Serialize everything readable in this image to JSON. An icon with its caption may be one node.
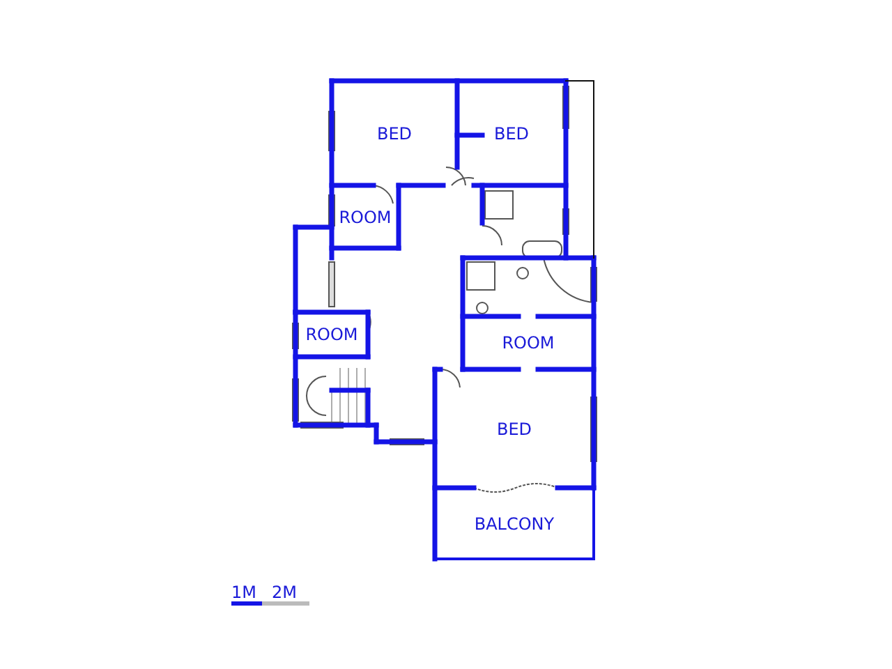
{
  "diagram": {
    "nodes": [
      {
        "text": [
          "BED"
        ]
      },
      {
        "text": [
          "BED"
        ]
      },
      {
        "text": [
          "ROOM"
        ]
      },
      {
        "text": [
          "ROOM"
        ]
      },
      {
        "text": [
          "ROOM"
        ]
      },
      {
        "text": [
          "BED"
        ]
      },
      {
        "text": [
          "BALCONY"
        ]
      }
    ],
    "labels": [
      "1M",
      "2M"
    ]
  }
}
